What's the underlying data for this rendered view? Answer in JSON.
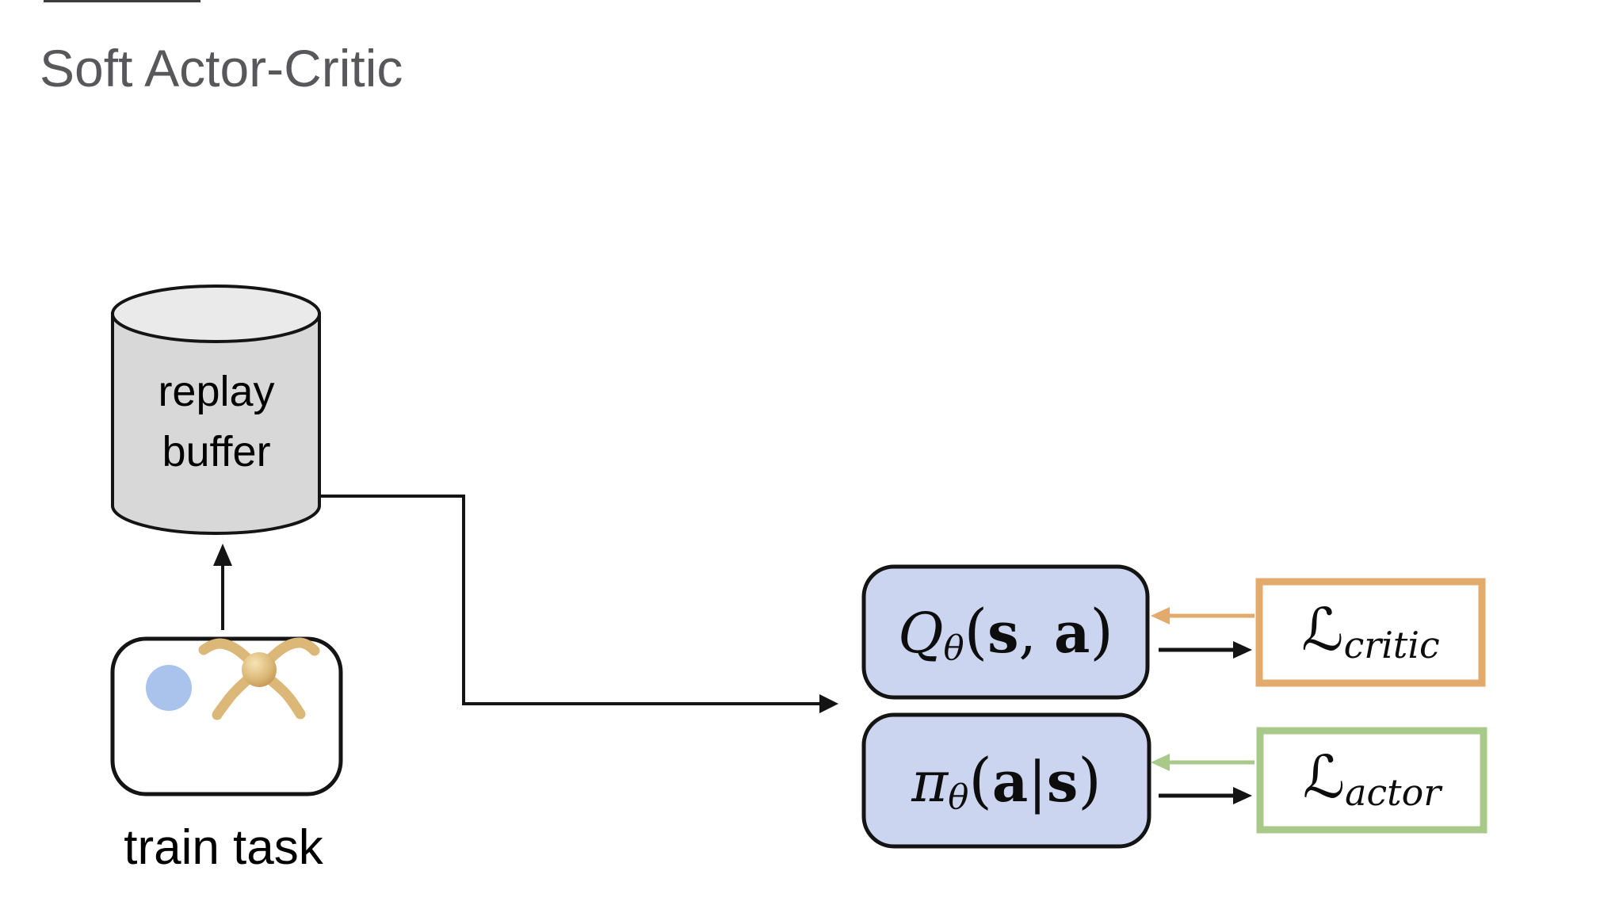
{
  "title": "Soft Actor-Critic",
  "colors": {
    "title_color": "#58585a",
    "cylinder_fill": "#d8d8d8",
    "cylinder_top_fill": "#eaeaea",
    "model_box_fill": "#ccd5ef",
    "critic_accent": "#e2ab6c",
    "actor_accent": "#a9c98a",
    "ball_fill": "#a9c3ec",
    "ant_color": "#dcb878"
  },
  "replay_buffer": {
    "label_line1": "replay",
    "label_line2": "buffer"
  },
  "train_task": {
    "label": "train task",
    "icons": {
      "agent": "ant-robot-icon",
      "goal": "blue-ball-icon"
    }
  },
  "critic_box": {
    "symbol": "Q",
    "subscript": "θ",
    "open_paren": "(",
    "arg1": "s",
    "separator": ", ",
    "arg2": "a",
    "close_paren": ")"
  },
  "actor_box": {
    "symbol": "π",
    "subscript": "θ",
    "open_paren": "(",
    "arg1": "a",
    "separator": "|",
    "arg2": "s",
    "close_paren": ")"
  },
  "critic_loss": {
    "symbol": "ℒ",
    "subscript": "critic"
  },
  "actor_loss": {
    "symbol": "ℒ",
    "subscript": "actor"
  }
}
